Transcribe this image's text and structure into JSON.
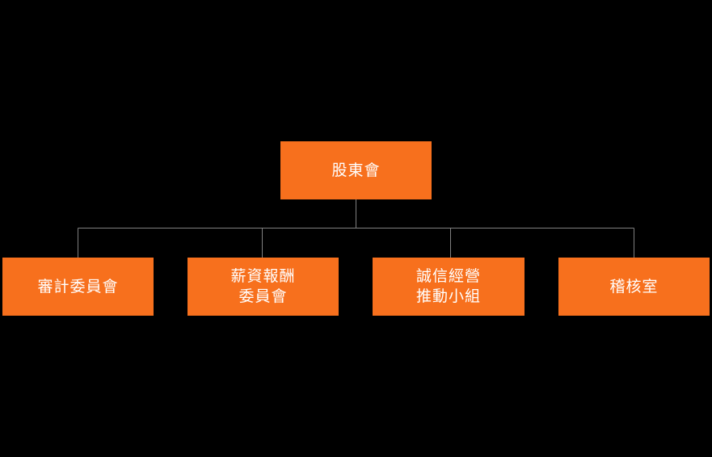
{
  "org_chart": {
    "root": {
      "label": "股東會"
    },
    "children": [
      {
        "lines": [
          "審計委員會"
        ]
      },
      {
        "lines": [
          "薪資報酬",
          "委員會"
        ]
      },
      {
        "lines": [
          "誠信經營",
          "推動小組"
        ]
      },
      {
        "lines": [
          "稽核室"
        ]
      }
    ]
  },
  "colors": {
    "background": "#000000",
    "node_fill": "#f7701d",
    "node_text": "#ffffff",
    "connector": "#808080"
  }
}
